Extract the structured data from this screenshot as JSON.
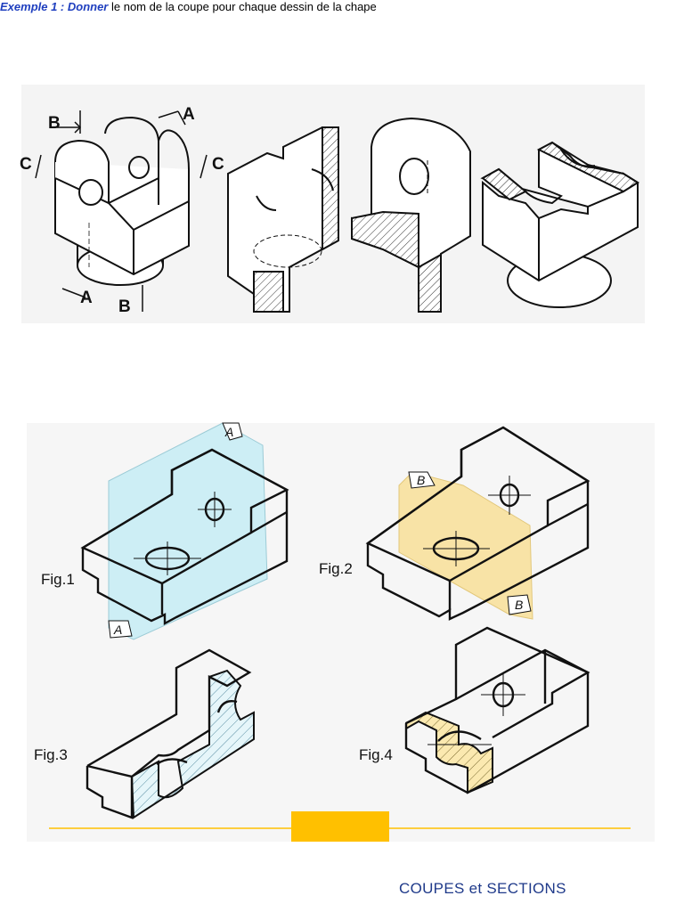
{
  "exercise": {
    "lead": "Exemple 1 : Donner",
    "rest": " le nom de la coupe pour chaque dessin de la chape"
  },
  "chape": {
    "labels": [
      "B",
      "A",
      "C",
      "C",
      "A",
      "B"
    ]
  },
  "figures": {
    "fig1": {
      "label": "Fig.1",
      "plane_top": "A",
      "plane_bottom": "A"
    },
    "fig2": {
      "label": "Fig.2",
      "plane_top": "B",
      "plane_bottom": "B"
    },
    "fig3": {
      "label": "Fig.3"
    },
    "fig4": {
      "label": "Fig.4"
    }
  },
  "footer": {
    "title": "COUPES et SECTIONS"
  },
  "colors": {
    "accent_blue": "#1f3fbf",
    "plane_cyan": "#cdeef5",
    "plane_yellow": "#f8e3a6",
    "footer_bar": "#ffc000"
  }
}
